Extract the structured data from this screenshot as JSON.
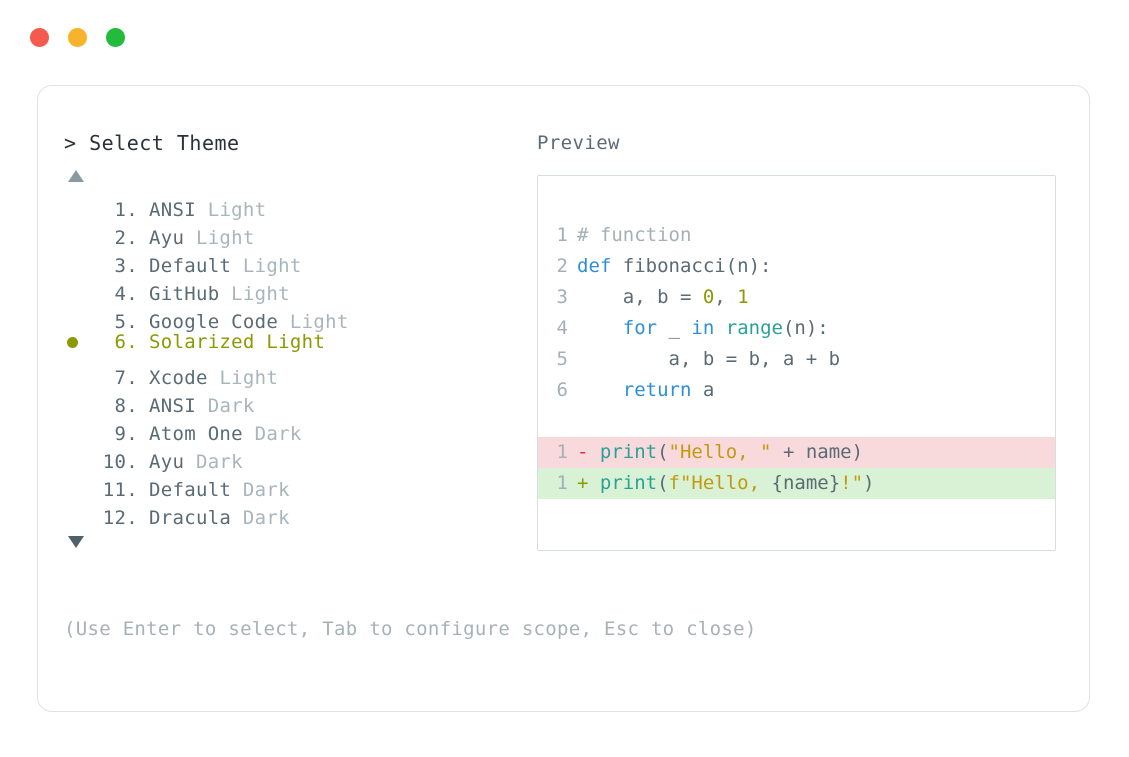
{
  "window": {
    "traffic_lights": [
      {
        "name": "close",
        "color": "#f55a4e"
      },
      {
        "name": "minimize",
        "color": "#f7b32b"
      },
      {
        "name": "maximize",
        "color": "#22bb3b"
      }
    ]
  },
  "picker": {
    "prompt_caret": ">",
    "prompt_label": "Select Theme",
    "scroll_up_icon": "triangle-up",
    "scroll_down_icon": "triangle-down",
    "selected_index": 6,
    "selected_color": "#8a9a04",
    "items": [
      {
        "number": "1.",
        "name": "ANSI",
        "variant": "Light",
        "selected": false
      },
      {
        "number": "2.",
        "name": "Ayu",
        "variant": "Light",
        "selected": false
      },
      {
        "number": "3.",
        "name": "Default",
        "variant": "Light",
        "selected": false
      },
      {
        "number": "4.",
        "name": "GitHub",
        "variant": "Light",
        "selected": false
      },
      {
        "number": "5.",
        "name": "Google Code",
        "variant": "Light",
        "selected": false
      },
      {
        "number": "6.",
        "name": "Solarized",
        "variant": "Light",
        "selected": true
      },
      {
        "number": "7.",
        "name": "Xcode",
        "variant": "Light",
        "selected": false
      },
      {
        "number": "8.",
        "name": "ANSI",
        "variant": "Dark",
        "selected": false
      },
      {
        "number": "9.",
        "name": "Atom One",
        "variant": "Dark",
        "selected": false
      },
      {
        "number": "10.",
        "name": "Ayu",
        "variant": "Dark",
        "selected": false
      },
      {
        "number": "11.",
        "name": "Default",
        "variant": "Dark",
        "selected": false
      },
      {
        "number": "12.",
        "name": "Dracula",
        "variant": "Dark",
        "selected": false
      }
    ]
  },
  "preview": {
    "label": "Preview",
    "code_lines": [
      {
        "gutter": "1",
        "tokens": [
          {
            "t": "# function",
            "c": "tok-comment"
          }
        ]
      },
      {
        "gutter": "2",
        "tokens": [
          {
            "t": "def ",
            "c": "tok-keyword"
          },
          {
            "t": "fibonacci(n):",
            "c": "tok-func"
          }
        ]
      },
      {
        "gutter": "3",
        "tokens": [
          {
            "t": "    a, b = ",
            "c": "tok-plain"
          },
          {
            "t": "0",
            "c": "tok-number"
          },
          {
            "t": ", ",
            "c": "tok-plain"
          },
          {
            "t": "1",
            "c": "tok-number"
          }
        ]
      },
      {
        "gutter": "4",
        "tokens": [
          {
            "t": "    ",
            "c": "tok-plain"
          },
          {
            "t": "for",
            "c": "tok-keyword"
          },
          {
            "t": " _ ",
            "c": "tok-plain"
          },
          {
            "t": "in",
            "c": "tok-keyword"
          },
          {
            "t": " ",
            "c": "tok-plain"
          },
          {
            "t": "range",
            "c": "tok-builtin"
          },
          {
            "t": "(n):",
            "c": "tok-plain"
          }
        ]
      },
      {
        "gutter": "5",
        "tokens": [
          {
            "t": "        a, b = b, a + b",
            "c": "tok-plain"
          }
        ]
      },
      {
        "gutter": "6",
        "tokens": [
          {
            "t": "    ",
            "c": "tok-plain"
          },
          {
            "t": "return",
            "c": "tok-keyword"
          },
          {
            "t": " a",
            "c": "tok-plain"
          }
        ]
      }
    ],
    "diff_lines": [
      {
        "kind": "delete",
        "bg": "#f8dadc",
        "gutter": "1",
        "tokens": [
          {
            "t": "- ",
            "c": "tok-op-del"
          },
          {
            "t": "print",
            "c": "tok-builtin"
          },
          {
            "t": "(",
            "c": "tok-plain"
          },
          {
            "t": "\"Hello, \"",
            "c": "tok-string"
          },
          {
            "t": " + name)",
            "c": "tok-plain"
          }
        ]
      },
      {
        "kind": "add",
        "bg": "#d9f2d6",
        "gutter": "1",
        "tokens": [
          {
            "t": "+ ",
            "c": "tok-op-add"
          },
          {
            "t": "print",
            "c": "tok-builtin"
          },
          {
            "t": "(",
            "c": "tok-plain"
          },
          {
            "t": "f\"Hello, ",
            "c": "tok-string"
          },
          {
            "t": "{name}",
            "c": "tok-plain"
          },
          {
            "t": "!\"",
            "c": "tok-string"
          },
          {
            "t": ")",
            "c": "tok-plain"
          }
        ]
      }
    ]
  },
  "footer": {
    "hint": "(Use Enter to select, Tab to configure scope, Esc to close)"
  }
}
